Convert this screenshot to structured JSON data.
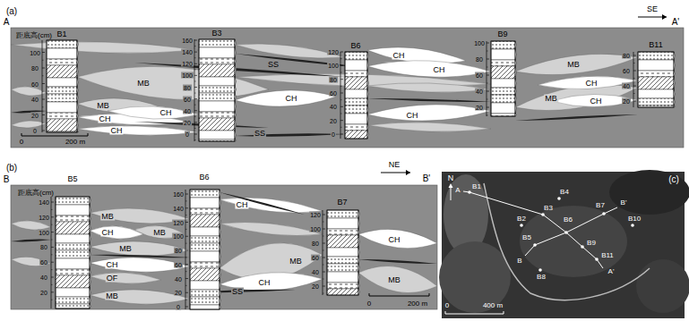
{
  "diagram": {
    "labels": [
      "(a)",
      "A",
      "距底高(cm)",
      "B1",
      "B3",
      "B6",
      "B9",
      "B11",
      "SE",
      "A'",
      "100",
      "80",
      "60",
      "40",
      "20",
      "0",
      "160",
      "140",
      "120",
      "100",
      "80",
      "60",
      "40",
      "20",
      "0",
      "120",
      "100",
      "80",
      "60",
      "40",
      "20",
      "0",
      "100",
      "80",
      "60",
      "40",
      "20",
      "80",
      "60",
      "40",
      "20",
      "MB",
      "MB",
      "CH",
      "CH",
      "SS",
      "CH",
      "SS",
      "CH",
      "CH",
      "CH",
      "CH",
      "MB",
      "MB",
      "CH",
      "CH",
      "0",
      "200 m",
      "(b)",
      "B",
      "距底高(cm)",
      "B5",
      "B6",
      "B7",
      "NE",
      "B'",
      "140",
      "120",
      "100",
      "80",
      "60",
      "40",
      "20",
      "160",
      "140",
      "120",
      "100",
      "80",
      "60",
      "40",
      "20",
      "0",
      "120",
      "100",
      "80",
      "60",
      "40",
      "20",
      "MB",
      "CH",
      "MB",
      "MB",
      "CH",
      "OF",
      "MB",
      "CH",
      "MB",
      "CH",
      "SS",
      "CH",
      "MB",
      "0",
      "200 m",
      "(c)",
      "N",
      "A",
      "B1",
      "B4",
      "B3",
      "B7",
      "B'",
      "B2",
      "B10",
      "B6",
      "B5",
      "B9",
      "B",
      "B11",
      "A'",
      "B8",
      "0",
      "400 m"
    ]
  }
}
